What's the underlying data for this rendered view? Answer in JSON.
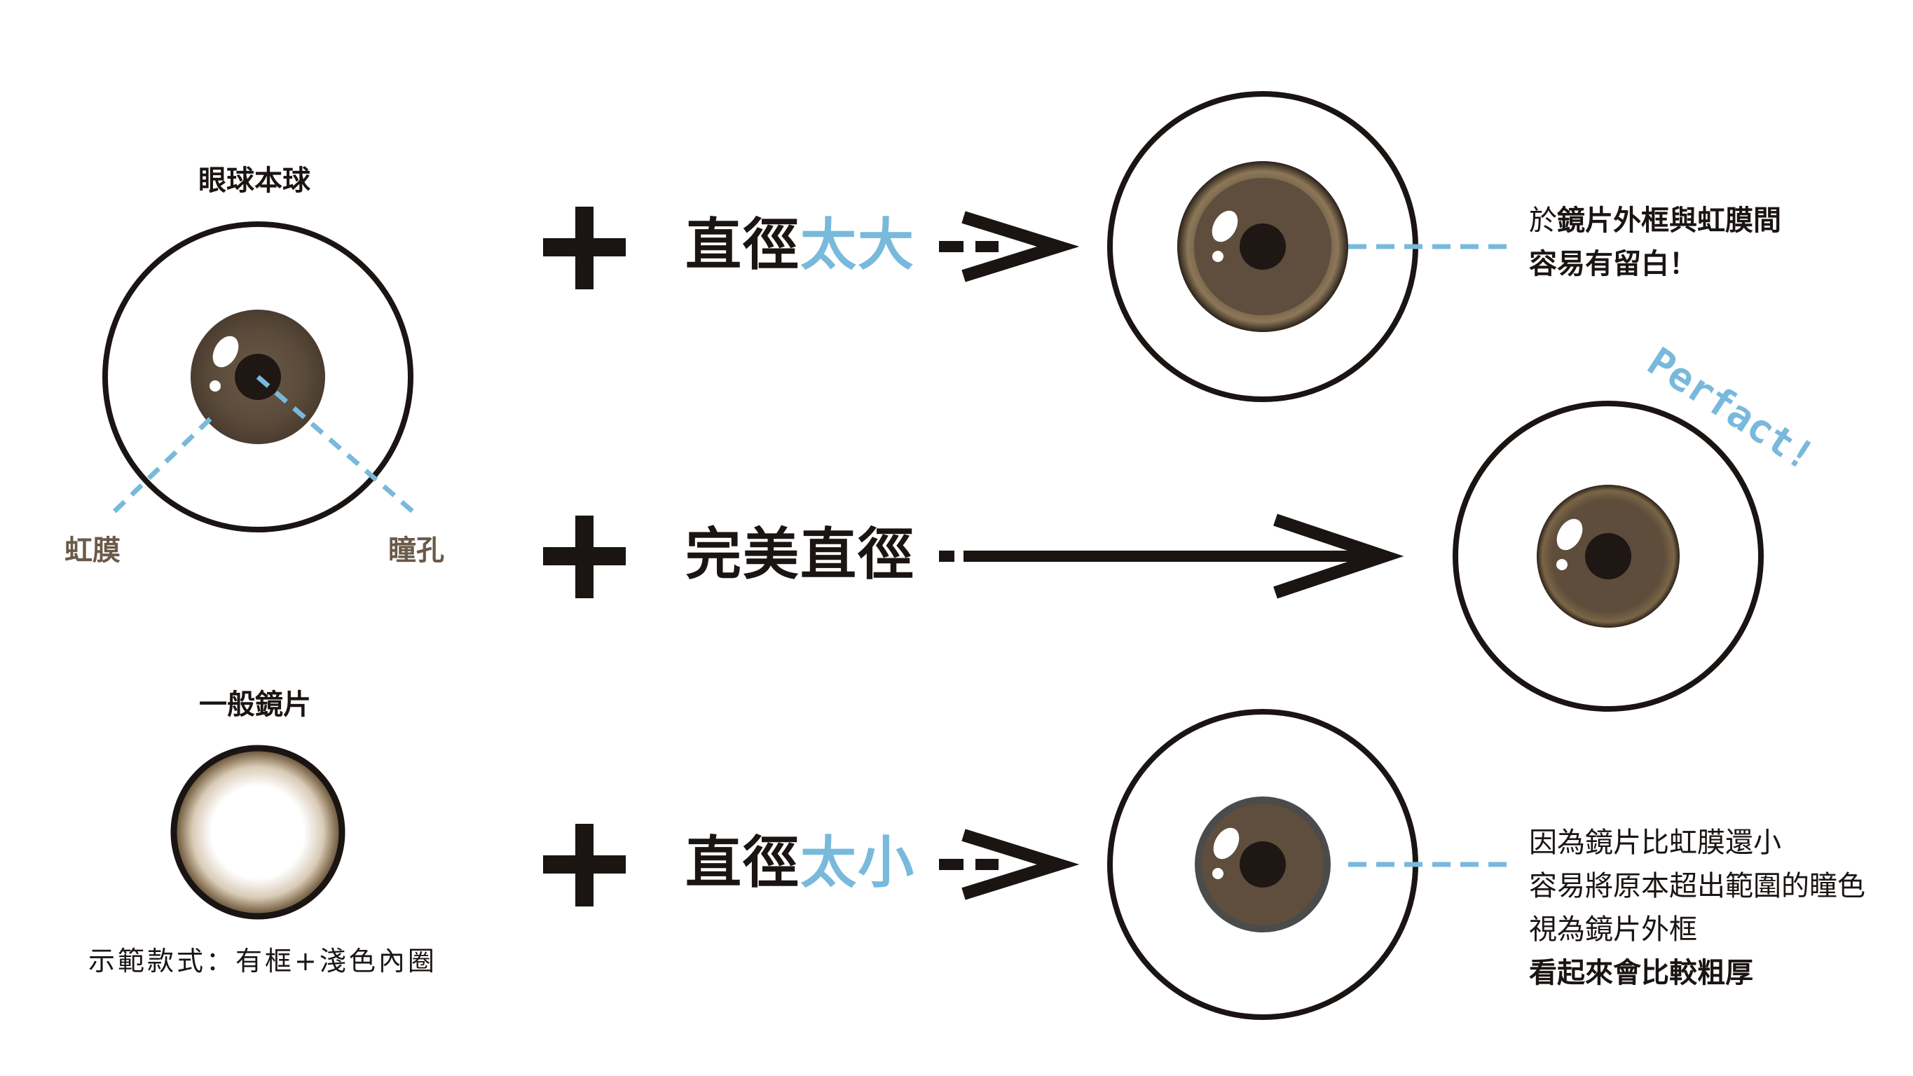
{
  "left_panel": {
    "eyeball_title": "眼球本球",
    "iris_label": "虹膜",
    "pupil_label": "瞳孔",
    "lens_title": "一般鏡片",
    "lens_caption": "示範款式：有框+淺色內圈"
  },
  "rows": [
    {
      "plus": "+",
      "label_prefix": "直徑",
      "label_highlight": "太大",
      "note_pre": "於",
      "note_bold": "鏡片外框與虹膜間",
      "note_line2": "容易有留白！"
    },
    {
      "plus": "+",
      "label_prefix": "完美直徑",
      "label_highlight": "",
      "badge": "Perfact!"
    },
    {
      "plus": "+",
      "label_prefix": "直徑",
      "label_highlight": "太小",
      "note_lines": [
        "因為鏡片比虹膜還小",
        "容易將原本超出範圍的瞳色",
        "視為鏡片外框"
      ],
      "note_bold_line": "看起來會比較粗厚"
    }
  ],
  "colors": {
    "ink": "#1a1513",
    "accent_blue": "#78b9dc",
    "iris_brown": "#5a4a3a",
    "label_brown": "#6a5a48"
  }
}
